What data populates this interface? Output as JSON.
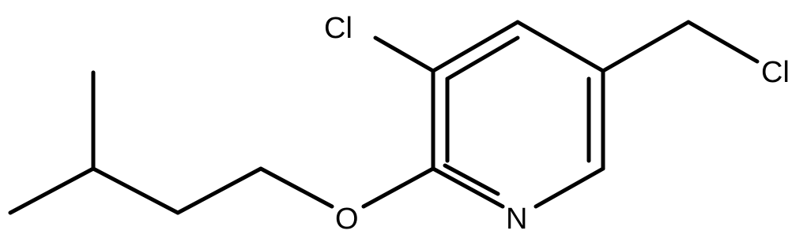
{
  "structure": {
    "atoms": {
      "cl_ring": "Cl",
      "cl_methyl": "Cl",
      "oxygen": "O",
      "nitrogen": "N"
    },
    "colors": {
      "bond": "#000000",
      "label": "#000000",
      "background": "#ffffff"
    }
  }
}
